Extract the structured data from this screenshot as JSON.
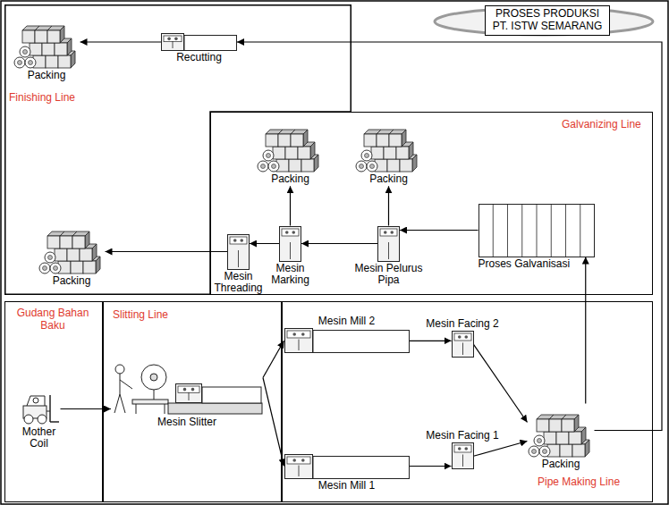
{
  "diagram": {
    "title": "PROSES PRODUKSI PT. ISTW SEMARANG",
    "nodes": [
      {
        "text": [
          "Finishing Line"
        ]
      },
      {
        "text": [
          "Recutting"
        ],
        "in": 0
      },
      {
        "text": [
          "Packing"
        ],
        "in": 0
      },
      {
        "text": [
          "Galvanizing Line"
        ]
      },
      {
        "text": [
          "Proses Galvanisasi"
        ],
        "in": 3
      },
      {
        "text": [
          "Mesin Pelurus Pipa"
        ],
        "in": 3
      },
      {
        "text": [
          "Packing"
        ],
        "in": 3
      },
      {
        "text": [
          "Mesin Marking"
        ],
        "in": 3
      },
      {
        "text": [
          "Packing"
        ],
        "in": 3
      },
      {
        "text": [
          "Mesin Threading"
        ],
        "in": 3
      },
      {
        "text": [
          "Packing"
        ],
        "in": 0
      },
      {
        "text": [
          "Gudang Bahan Baku"
        ]
      },
      {
        "text": [
          "Mother Coil"
        ],
        "in": 11
      },
      {
        "text": [
          "Slitting Line"
        ]
      },
      {
        "text": [
          "Mesin Slitter"
        ],
        "in": 13
      },
      {
        "text": [
          "Pipe Making Line"
        ]
      },
      {
        "text": [
          "Mesin Mill 2"
        ],
        "in": 15
      },
      {
        "text": [
          "Mesin Mill 1"
        ],
        "in": 15
      },
      {
        "text": [
          "Mesin Facing 2"
        ],
        "in": 15
      },
      {
        "text": [
          "Mesin Facing 1"
        ],
        "in": 15
      },
      {
        "text": [
          "Packing"
        ],
        "in": 15
      }
    ],
    "edges": [
      {
        "from": 1,
        "to": 2,
        "arrow": "to"
      },
      {
        "from": 20,
        "to": 4,
        "arrow": "to"
      },
      {
        "from": 20,
        "to": 1,
        "arrow": "to"
      },
      {
        "from": 4,
        "to": 5,
        "arrow": "to"
      },
      {
        "from": 5,
        "to": 6,
        "arrow": "to"
      },
      {
        "from": 5,
        "to": 7,
        "arrow": "to"
      },
      {
        "from": 7,
        "to": 8,
        "arrow": "to"
      },
      {
        "from": 7,
        "to": 9,
        "arrow": "to"
      },
      {
        "from": 9,
        "to": 10,
        "arrow": "to"
      },
      {
        "from": 12,
        "to": 14,
        "arrow": "to"
      },
      {
        "from": 14,
        "to": 16,
        "arrow": "to"
      },
      {
        "from": 14,
        "to": 17,
        "arrow": "to"
      },
      {
        "from": 16,
        "to": 18,
        "arrow": "to"
      },
      {
        "from": 17,
        "to": 19,
        "arrow": "to"
      },
      {
        "from": 18,
        "to": 20,
        "arrow": "to"
      },
      {
        "from": 19,
        "to": 20,
        "arrow": "to"
      }
    ]
  }
}
